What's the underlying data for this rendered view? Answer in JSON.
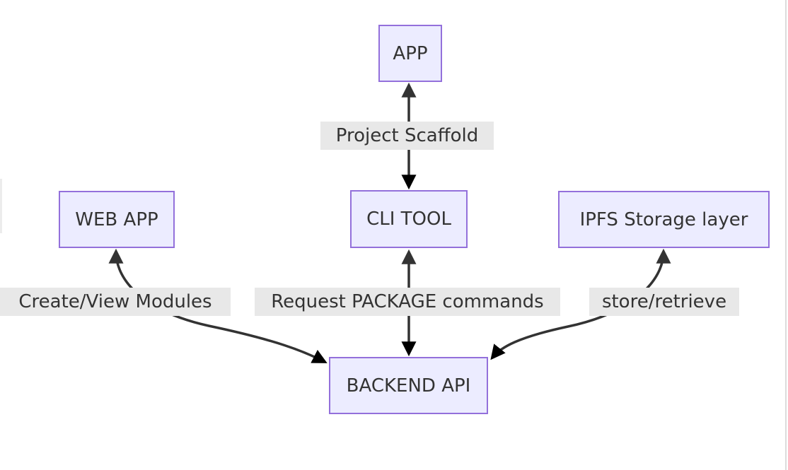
{
  "diagram": {
    "type": "flowchart",
    "direction": "bottom-to-top",
    "nodes": [
      {
        "id": "app",
        "label": "APP"
      },
      {
        "id": "webapp",
        "label": "WEB APP"
      },
      {
        "id": "clitool",
        "label": "CLI TOOL"
      },
      {
        "id": "ipfs",
        "label": "IPFS Storage layer"
      },
      {
        "id": "backend",
        "label": "BACKEND API"
      }
    ],
    "edges": [
      {
        "from": "clitool",
        "to": "app",
        "label": "Project Scaffold",
        "bidirectional": true
      },
      {
        "from": "backend",
        "to": "webapp",
        "label": "Create/View Modules",
        "bidirectional": true
      },
      {
        "from": "backend",
        "to": "clitool",
        "label": "Request PACKAGE commands",
        "bidirectional": true
      },
      {
        "from": "backend",
        "to": "ipfs",
        "label": "store/retrieve",
        "bidirectional": true
      }
    ],
    "colors": {
      "node_fill": "#ECECFF",
      "node_border": "#9370DB",
      "edge": "#333333",
      "label_background": "#e8e8e8",
      "text": "#333333",
      "background": "#ffffff",
      "window_edge_line": "#dcdcdc"
    }
  }
}
